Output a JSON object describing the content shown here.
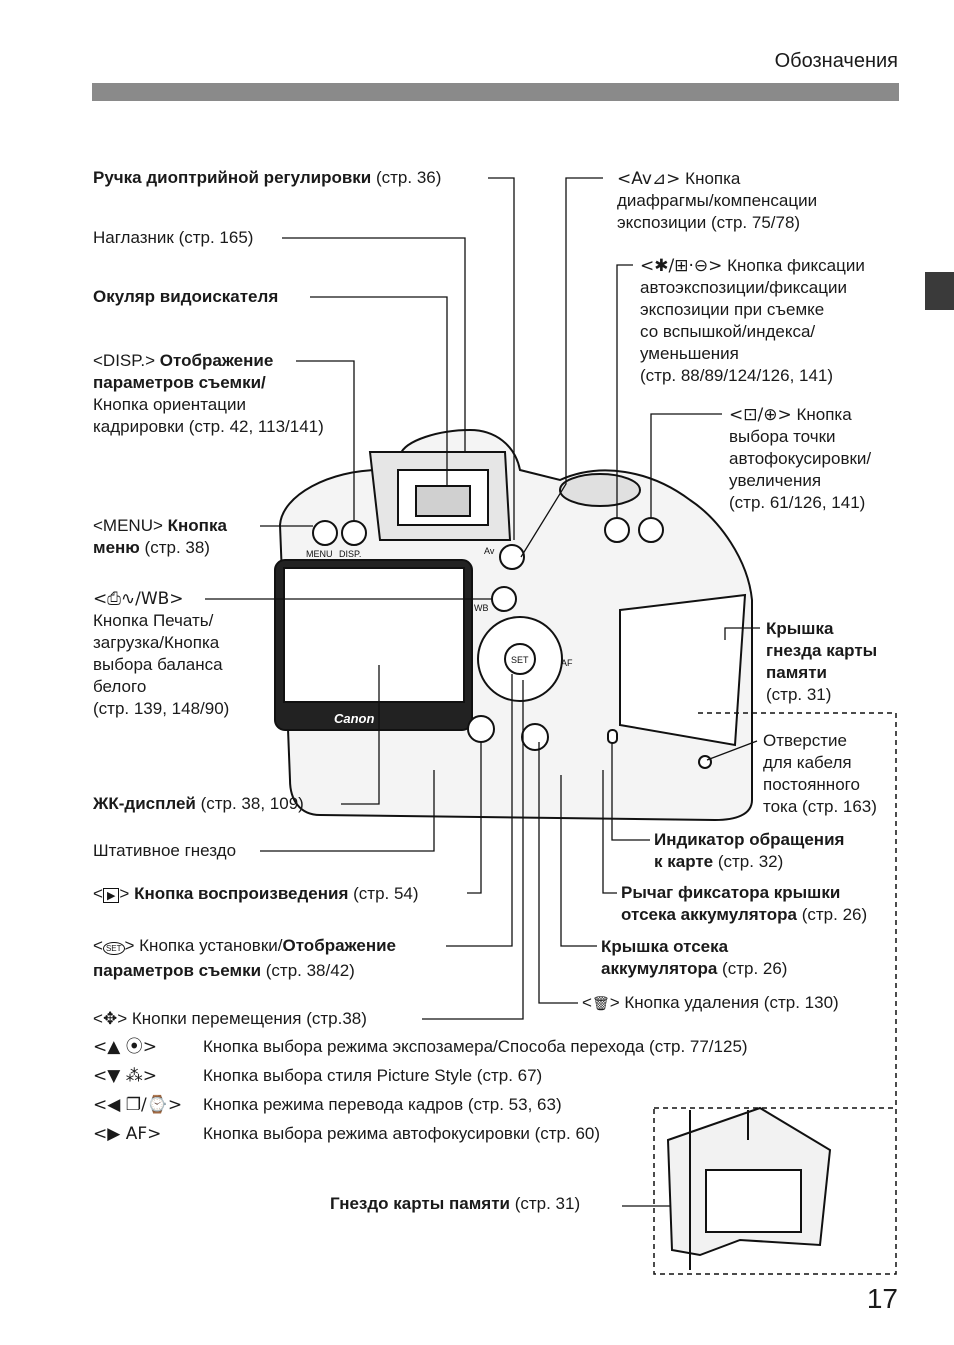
{
  "header": {
    "title": "Обозначения"
  },
  "page_number": "17",
  "labels": {
    "diopter": {
      "bold": "Ручка диоптрийной регулировки",
      "normal": " (стр. 36)"
    },
    "eyecup": {
      "normal": "Наглазник (стр. 165)"
    },
    "eyepiece": {
      "bold": "Окуляр видоискателя"
    },
    "disp": {
      "icon": "<DISP.>",
      "l1": " Отображение",
      "l2": "параметров съемки/",
      "l3": "Кнопка ориентации",
      "l4": "кадрировки (стр. 42, 113/141)"
    },
    "menu": {
      "icon": "<MENU>",
      "b1": " Кнопка",
      "b2": "меню",
      "n2": " (стр. 38)"
    },
    "print": {
      "icon": "<⎙∿/WB>",
      "l1": "Кнопка Печать/",
      "l2": "загрузка/Кнопка",
      "l3": "выбора баланса",
      "l4": "белого",
      "l5": "(стр. 139, 148/90)"
    },
    "lcd": {
      "bold": "ЖК-дисплей",
      "normal": " (стр. 38, 109)"
    },
    "tripod": {
      "normal": "Штативное гнездо"
    },
    "play": {
      "pre": "<",
      "icon": "▶",
      "post": ">",
      "bold": " Кнопка воспроизведения",
      "normal": " (стр. 54)"
    },
    "set": {
      "pre": "<",
      "icon": "SET",
      "post": "> Кнопка установки/",
      "bold1": "Отображение",
      "bold2": "параметров съемки",
      "normal2": " (стр. 38/42)"
    },
    "cross": {
      "pre": "<",
      "icon": "✥",
      "post": "> Кнопки перемещения (стр.38)"
    },
    "rows": [
      {
        "key": "<▲ ⦿>",
        "text": "Кнопка выбора режима экспозамера/Способа перехода (стр. 77/125)"
      },
      {
        "key": "<▼ ⁂>",
        "text": "Кнопка выбора стиля Picture Style (стр. 67)"
      },
      {
        "key": "<◀ ❐/⌚>",
        "text": "Кнопка режима перевода кадров (стр. 53, 63)"
      },
      {
        "key": "<▶ AF>",
        "text": "Кнопка выбора режима автофокусировки (стр. 60)"
      }
    ],
    "card_slot": {
      "bold": "Гнездо карты памяти",
      "normal": " (стр. 31)"
    },
    "av": {
      "icon": "<Av⊿>",
      "l1": " Кнопка",
      "l2": "диафрагмы/компенсации",
      "l3": "экспозиции (стр. 75/78)"
    },
    "ae_lock": {
      "icon": "<✱/⊞·⊖>",
      "l1": " Кнопка фиксации",
      "l2": "автоэкспозиции/фиксации",
      "l3": "экспозиции при съемке",
      "l4": "со вспышкой/индекса/",
      "l5": "уменьшения",
      "l6": "(стр. 88/89/124/126, 141)"
    },
    "af_point": {
      "icon": "<⊡/⊕>",
      "l1": " Кнопка",
      "l2": "выбора точки",
      "l3": "автофокусировки/",
      "l4": "увеличения",
      "l5": "(стр. 61/126, 141)"
    },
    "card_cover": {
      "b1": "Крышка",
      "b2": "гнезда карты",
      "b3": "памяти",
      "n4": "(стр. 31)"
    },
    "dc_hole": {
      "l1": "Отверстие",
      "l2": "для кабеля",
      "l3": "постоянного",
      "l4": "тока (стр. 163)"
    },
    "access_lamp": {
      "b1": "Индикатор обращения",
      "b2": "к карте",
      "n2": " (стр. 32)"
    },
    "battery_lever": {
      "b1": "Рычаг фиксатора крышки",
      "b2": "отсека аккумулятора",
      "n2": " (стр. 26)"
    },
    "battery_cover": {
      "b1": "Крышка отсека",
      "b2": "аккумулятора",
      "n2": " (стр. 26)"
    },
    "erase": {
      "pre": "<",
      "icon": "🗑",
      "post": "> Кнопка удаления (стр. 130)"
    }
  },
  "camera": {
    "brand": "Canon",
    "btn_menu": "MENU",
    "btn_disp": "DISP.",
    "btn_av": "Av",
    "btn_wb": "WB",
    "btn_set": "SET",
    "btn_af": "AF"
  }
}
